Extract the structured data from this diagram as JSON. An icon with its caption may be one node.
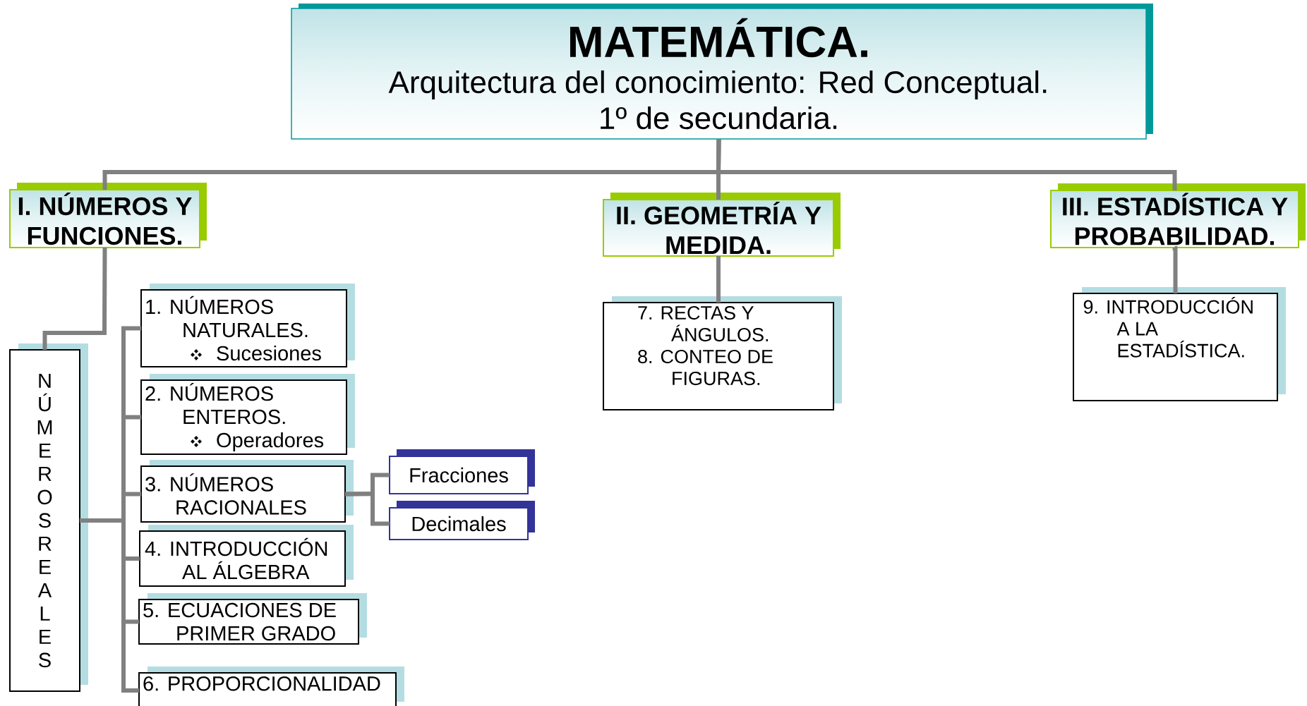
{
  "diagram": {
    "nodes": [
      {
        "text": [
          "MATEMÁTICA.",
          "Arquitectura del conocimiento: Red Conceptual.",
          "1º de secundaria."
        ]
      },
      {
        "text": [
          "I. NÚMEROS Y FUNCIONES."
        ]
      },
      {
        "text": [
          "II. GEOMETRÍA Y MEDIDA."
        ]
      },
      {
        "text": [
          "III. ESTADÍSTICA Y PROBABILIDAD."
        ]
      },
      {
        "text": [
          "NÚMEROS REALES"
        ]
      },
      {
        "text": [
          "1. NÚMEROS NATURALES.",
          "Sucesiones"
        ]
      },
      {
        "text": [
          "2. NÚMEROS ENTEROS.",
          "Operadores"
        ]
      },
      {
        "text": [
          "3. NÚMEROS RACIONALES"
        ]
      },
      {
        "text": [
          "4. INTRODUCCIÓN AL ÁLGEBRA"
        ]
      },
      {
        "text": [
          "5. ECUACIONES DE PRIMER GRADO"
        ]
      },
      {
        "text": [
          "6. PROPORCIONALIDAD"
        ]
      },
      {
        "text": [
          "Fracciones"
        ]
      },
      {
        "text": [
          "Decimales"
        ]
      },
      {
        "text": [
          "7. RECTAS Y ÁNGULOS.",
          "8. CONTEO DE FIGURAS."
        ]
      },
      {
        "text": [
          "9. INTRODUCCIÓN A LA ESTADÍSTICA."
        ]
      }
    ],
    "edges": [
      {
        "from": 0,
        "to": 1,
        "arrow": "none"
      },
      {
        "from": 0,
        "to": 2,
        "arrow": "none"
      },
      {
        "from": 0,
        "to": 3,
        "arrow": "none"
      },
      {
        "from": 1,
        "to": 4,
        "arrow": "none"
      },
      {
        "from": 4,
        "to": 5,
        "arrow": "none"
      },
      {
        "from": 4,
        "to": 6,
        "arrow": "none"
      },
      {
        "from": 4,
        "to": 7,
        "arrow": "none"
      },
      {
        "from": 4,
        "to": 8,
        "arrow": "none"
      },
      {
        "from": 4,
        "to": 9,
        "arrow": "none"
      },
      {
        "from": 4,
        "to": 10,
        "arrow": "none"
      },
      {
        "from": 7,
        "to": 11,
        "arrow": "none"
      },
      {
        "from": 7,
        "to": 12,
        "arrow": "none"
      },
      {
        "from": 2,
        "to": 13,
        "arrow": "none"
      },
      {
        "from": 3,
        "to": 14,
        "arrow": "none"
      }
    ]
  }
}
